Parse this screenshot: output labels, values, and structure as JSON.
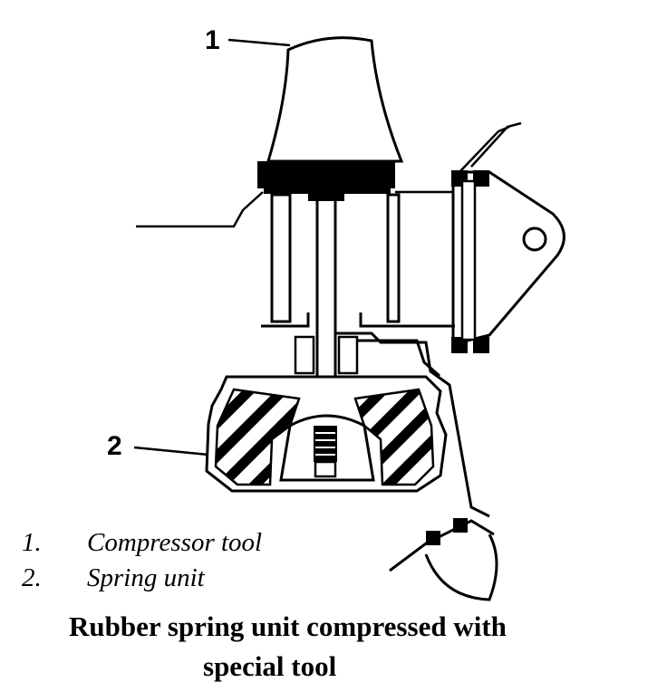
{
  "diagram": {
    "callouts": [
      {
        "id": "1"
      },
      {
        "id": "2"
      }
    ]
  },
  "legend": [
    {
      "number": "1.",
      "text": "Compressor tool"
    },
    {
      "number": "2.",
      "text": "Spring unit"
    }
  ],
  "caption": {
    "line1": "Rubber spring unit compressed with",
    "line2": "special tool"
  }
}
